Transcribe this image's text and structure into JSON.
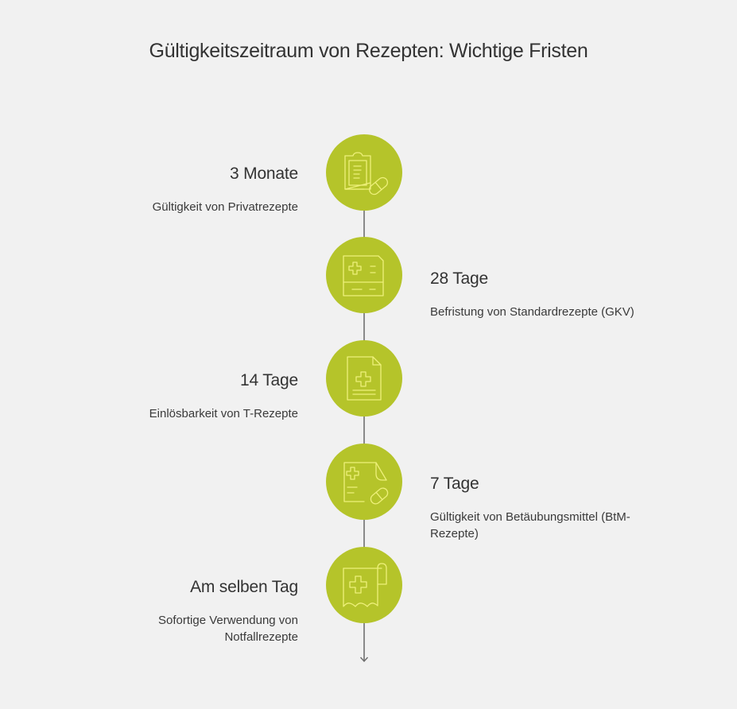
{
  "title": "Gültigkeitszeitraum von Rezepten: Wichtige Fristen",
  "colors": {
    "background": "#f1f1f1",
    "node_fill": "#b5c42a",
    "icon_stroke": "#eef07a",
    "connector": "#8a8a8a",
    "text": "#333333"
  },
  "steps": [
    {
      "heading": "3 Monate",
      "description": "Gültigkeit von Privatrezepte",
      "side": "left",
      "icon": "clipboard-pill-icon"
    },
    {
      "heading": "28 Tage",
      "description": "Befristung von Standardrezepte (GKV)",
      "side": "right",
      "icon": "prescription-card-icon"
    },
    {
      "heading": "14 Tage",
      "description": "Einlösbarkeit von T-Rezepte",
      "side": "left",
      "icon": "medical-document-icon"
    },
    {
      "heading": "7 Tage",
      "description": "Gültigkeit von Betäubungsmittel (BtM-Rezepte)",
      "side": "right",
      "icon": "document-pill-icon"
    },
    {
      "heading": "Am selben Tag",
      "description": "Sofortige Verwendung von Notfallrezepte",
      "side": "left",
      "icon": "receipt-cross-icon"
    }
  ]
}
